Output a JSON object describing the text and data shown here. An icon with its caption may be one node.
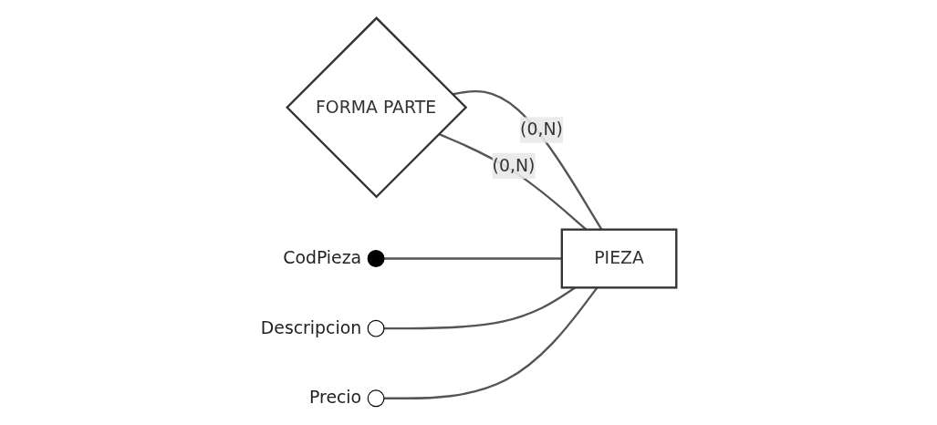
{
  "diagram": {
    "nodes": [
      {
        "text": [
          "PIEZA"
        ]
      },
      {
        "text": [
          "FORMA PARTE"
        ]
      },
      {
        "text": [],
        "shape": "dot",
        "beside": [
          "CodPieza"
        ]
      },
      {
        "text": [],
        "shape": "circle",
        "beside": [
          "Descripcion"
        ]
      },
      {
        "text": [],
        "shape": "circle",
        "beside": [
          "Precio"
        ]
      }
    ],
    "edges": [
      {
        "from": 0,
        "to": 1,
        "arrow": "none",
        "label": "(0,N)"
      },
      {
        "from": 0,
        "to": 1,
        "arrow": "none",
        "label": "(0,N)"
      },
      {
        "from": 0,
        "to": 2,
        "arrow": "none"
      },
      {
        "from": 0,
        "to": 3,
        "arrow": "none"
      },
      {
        "from": 0,
        "to": 4,
        "arrow": "none"
      }
    ]
  }
}
